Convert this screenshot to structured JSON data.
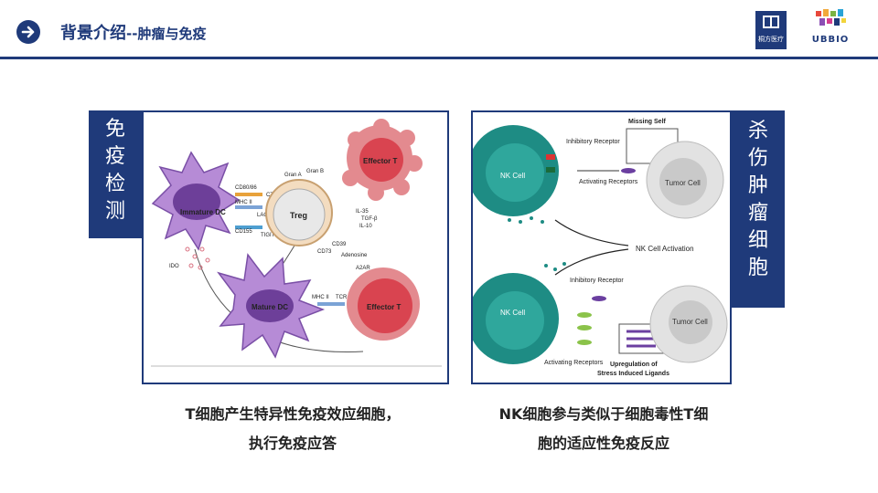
{
  "header": {
    "title_main": "背景介绍",
    "title_sub": "--肿瘤与免疫",
    "logo_tongfang_text": "桐方医疗",
    "logo_ubbio_text": "UBBIO"
  },
  "left": {
    "side_label": [
      "免",
      "疫",
      "检",
      "测"
    ],
    "caption_line1": "T细胞产生特异性免疫效应细胞，",
    "caption_line2": "执行免疫应答",
    "diagram": {
      "immature_dc": "Immature DC",
      "mature_dc": "Mature DC",
      "treg": "Treg",
      "effector_t_top": "Effector T",
      "effector_t_bottom": "Effector T",
      "cd80_86": "CD80/86",
      "ctla4": "CTLA-4",
      "mhc2_a": "MHC II",
      "lag3": "LAG3",
      "cd155": "CD155",
      "tigit": "TIGIT",
      "gran_a": "Gran A",
      "gran_b": "Gran B",
      "il35": "IL-35",
      "tgfb": "TGF-β",
      "il10": "IL-10",
      "cd39": "CD39",
      "cd73": "CD73",
      "adenosine": "Adenosine",
      "a2ar": "A2AR",
      "ido": "IDO",
      "mhc2_b": "MHC II",
      "tcr": "TCR"
    }
  },
  "right": {
    "side_label": [
      "杀",
      "伤",
      "肿",
      "瘤",
      "细",
      "胞"
    ],
    "caption_line1": "NK细胞参与类似于细胞毒性T细",
    "caption_line2": "胞的适应性免疫反应",
    "diagram": {
      "missing_self": "Missing Self",
      "nk_cell_top": "NK Cell",
      "inhibitory_receptor_top": "Inhibitory Receptor",
      "activating_receptors_top": "Activating Receptors",
      "tumor_cell_top": "Tumor Cell",
      "nk_activation": "NK Cell Activation",
      "nk_cell_bottom": "NK Cell",
      "inhibitory_receptor_bottom": "Inhibitory Receptor",
      "tumor_cell_bottom": "Tumor Cell",
      "activating_receptors_bottom": "Activating Receptors",
      "upregulation_line1": "Upregulation of",
      "upregulation_line2": "Stress Induced Ligands"
    }
  },
  "colors": {
    "brand_navy": "#1f3a7a",
    "dc_purple": "#8a5fb8",
    "effector_red": "#d9464f",
    "nk_teal": "#1e8c84",
    "tumor_gray": "#d4d4d4"
  }
}
